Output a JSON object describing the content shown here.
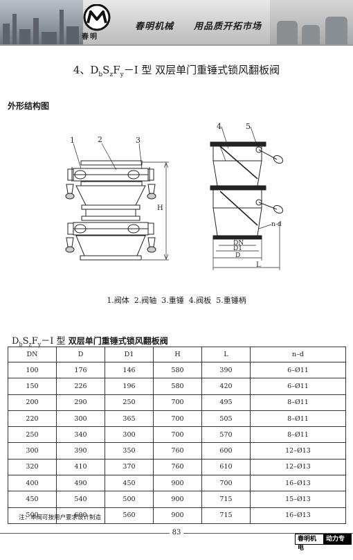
{
  "header": {
    "logo_text": "春明",
    "company": "春明机械",
    "slogan": "用品质开拓市场"
  },
  "title": {
    "prefix": "4、D",
    "sub1": "b",
    "mid1": "S",
    "sub2": "z",
    "mid2": "F",
    "sub3": "y",
    "suffix": "－Ⅰ 型 双层单门重锤式锁风翻板阀"
  },
  "section_label": "外形结构图",
  "drawing_labels": {
    "n1": "1",
    "n2": "2",
    "n3": "3",
    "n4": "4",
    "n5": "5",
    "H": "H",
    "DN": "DN",
    "D1": "D1",
    "D": "D",
    "L": "L",
    "nd": "n-d"
  },
  "legend": "1.阀体  2.阀轴  3.重锤  4.阀板  5.重锤柄",
  "table": {
    "title_prefix": "D",
    "title_sub1": "b",
    "title_mid1": "S",
    "title_sub2": "z",
    "title_mid2": "F",
    "title_sub3": "y",
    "title_suffix": "－Ⅰ 型",
    "title_text": "双层单门重锤式锁风翻板阀",
    "headers": [
      "DN",
      "D",
      "D1",
      "H",
      "L",
      "n–d"
    ],
    "rows": [
      [
        "100",
        "176",
        "146",
        "580",
        "390",
        "6–Ø11"
      ],
      [
        "150",
        "226",
        "196",
        "580",
        "420",
        "6–Ø11"
      ],
      [
        "200",
        "290",
        "250",
        "700",
        "495",
        "8–Ø11"
      ],
      [
        "220",
        "300",
        "365",
        "700",
        "505",
        "8–Ø11"
      ],
      [
        "250",
        "340",
        "300",
        "700",
        "570",
        "8–Ø11"
      ],
      [
        "300",
        "390",
        "350",
        "760",
        "600",
        "12–Ø13"
      ],
      [
        "320",
        "410",
        "370",
        "760",
        "610",
        "12–Ø13"
      ],
      [
        "400",
        "490",
        "450",
        "900",
        "700",
        "16–Ø13"
      ],
      [
        "450",
        "540",
        "500",
        "900",
        "715",
        "15–Ø13"
      ],
      [
        "500",
        "600",
        "560",
        "900",
        "715",
        "16–Ø13"
      ]
    ]
  },
  "note": "注：本阀可按用户要求设计制造",
  "page_number": "83",
  "footer": {
    "brand": "春明机电",
    "tag": "动力专家"
  }
}
